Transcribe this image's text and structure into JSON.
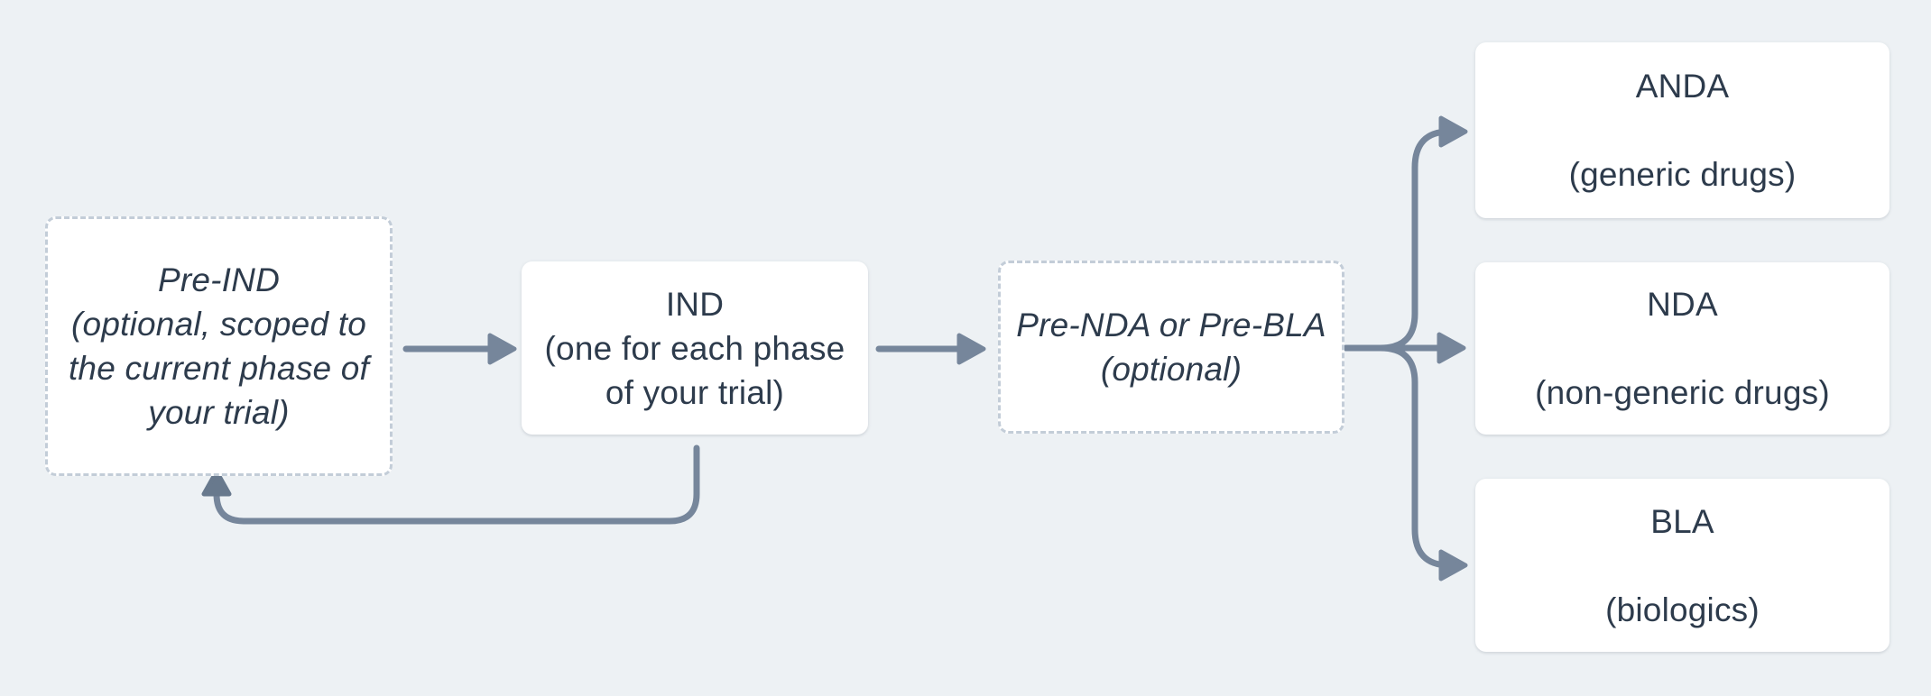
{
  "title": "FDA submission flowchart",
  "colors": {
    "background": "#edf1f4",
    "box_background": "#ffffff",
    "text": "#2d3b4c",
    "dashed_border": "#c3cdd8",
    "arrow": "#76869b",
    "arrow_dark": "#68798d"
  },
  "nodes": {
    "pre_ind": {
      "style": "dashed-optional",
      "lines": [
        "Pre-IND",
        "(optional, scoped to",
        "the current phase of",
        "your trial)"
      ]
    },
    "ind": {
      "style": "solid",
      "lines": [
        "IND",
        "(one for each phase",
        "of your trial)"
      ]
    },
    "pre_nda": {
      "style": "dashed-optional",
      "lines": [
        "Pre-NDA or Pre-BLA",
        "(optional)"
      ]
    },
    "anda": {
      "style": "solid",
      "lines": [
        "ANDA",
        "",
        "(generic drugs)"
      ]
    },
    "nda": {
      "style": "solid",
      "lines": [
        "NDA",
        "",
        "(non-generic drugs)"
      ]
    },
    "bla": {
      "style": "solid",
      "lines": [
        "BLA",
        "",
        "(biologics)"
      ]
    }
  },
  "edges": [
    {
      "from": "pre_ind",
      "to": "ind",
      "type": "straight-arrow"
    },
    {
      "from": "ind",
      "to": "pre_nda",
      "type": "straight-arrow"
    },
    {
      "from": "ind",
      "to": "pre_ind",
      "type": "loop-back-arrow"
    },
    {
      "from": "pre_nda",
      "to": "anda",
      "type": "branch-up-arrow"
    },
    {
      "from": "pre_nda",
      "to": "nda",
      "type": "branch-straight-arrow"
    },
    {
      "from": "pre_nda",
      "to": "bla",
      "type": "branch-down-arrow"
    }
  ]
}
